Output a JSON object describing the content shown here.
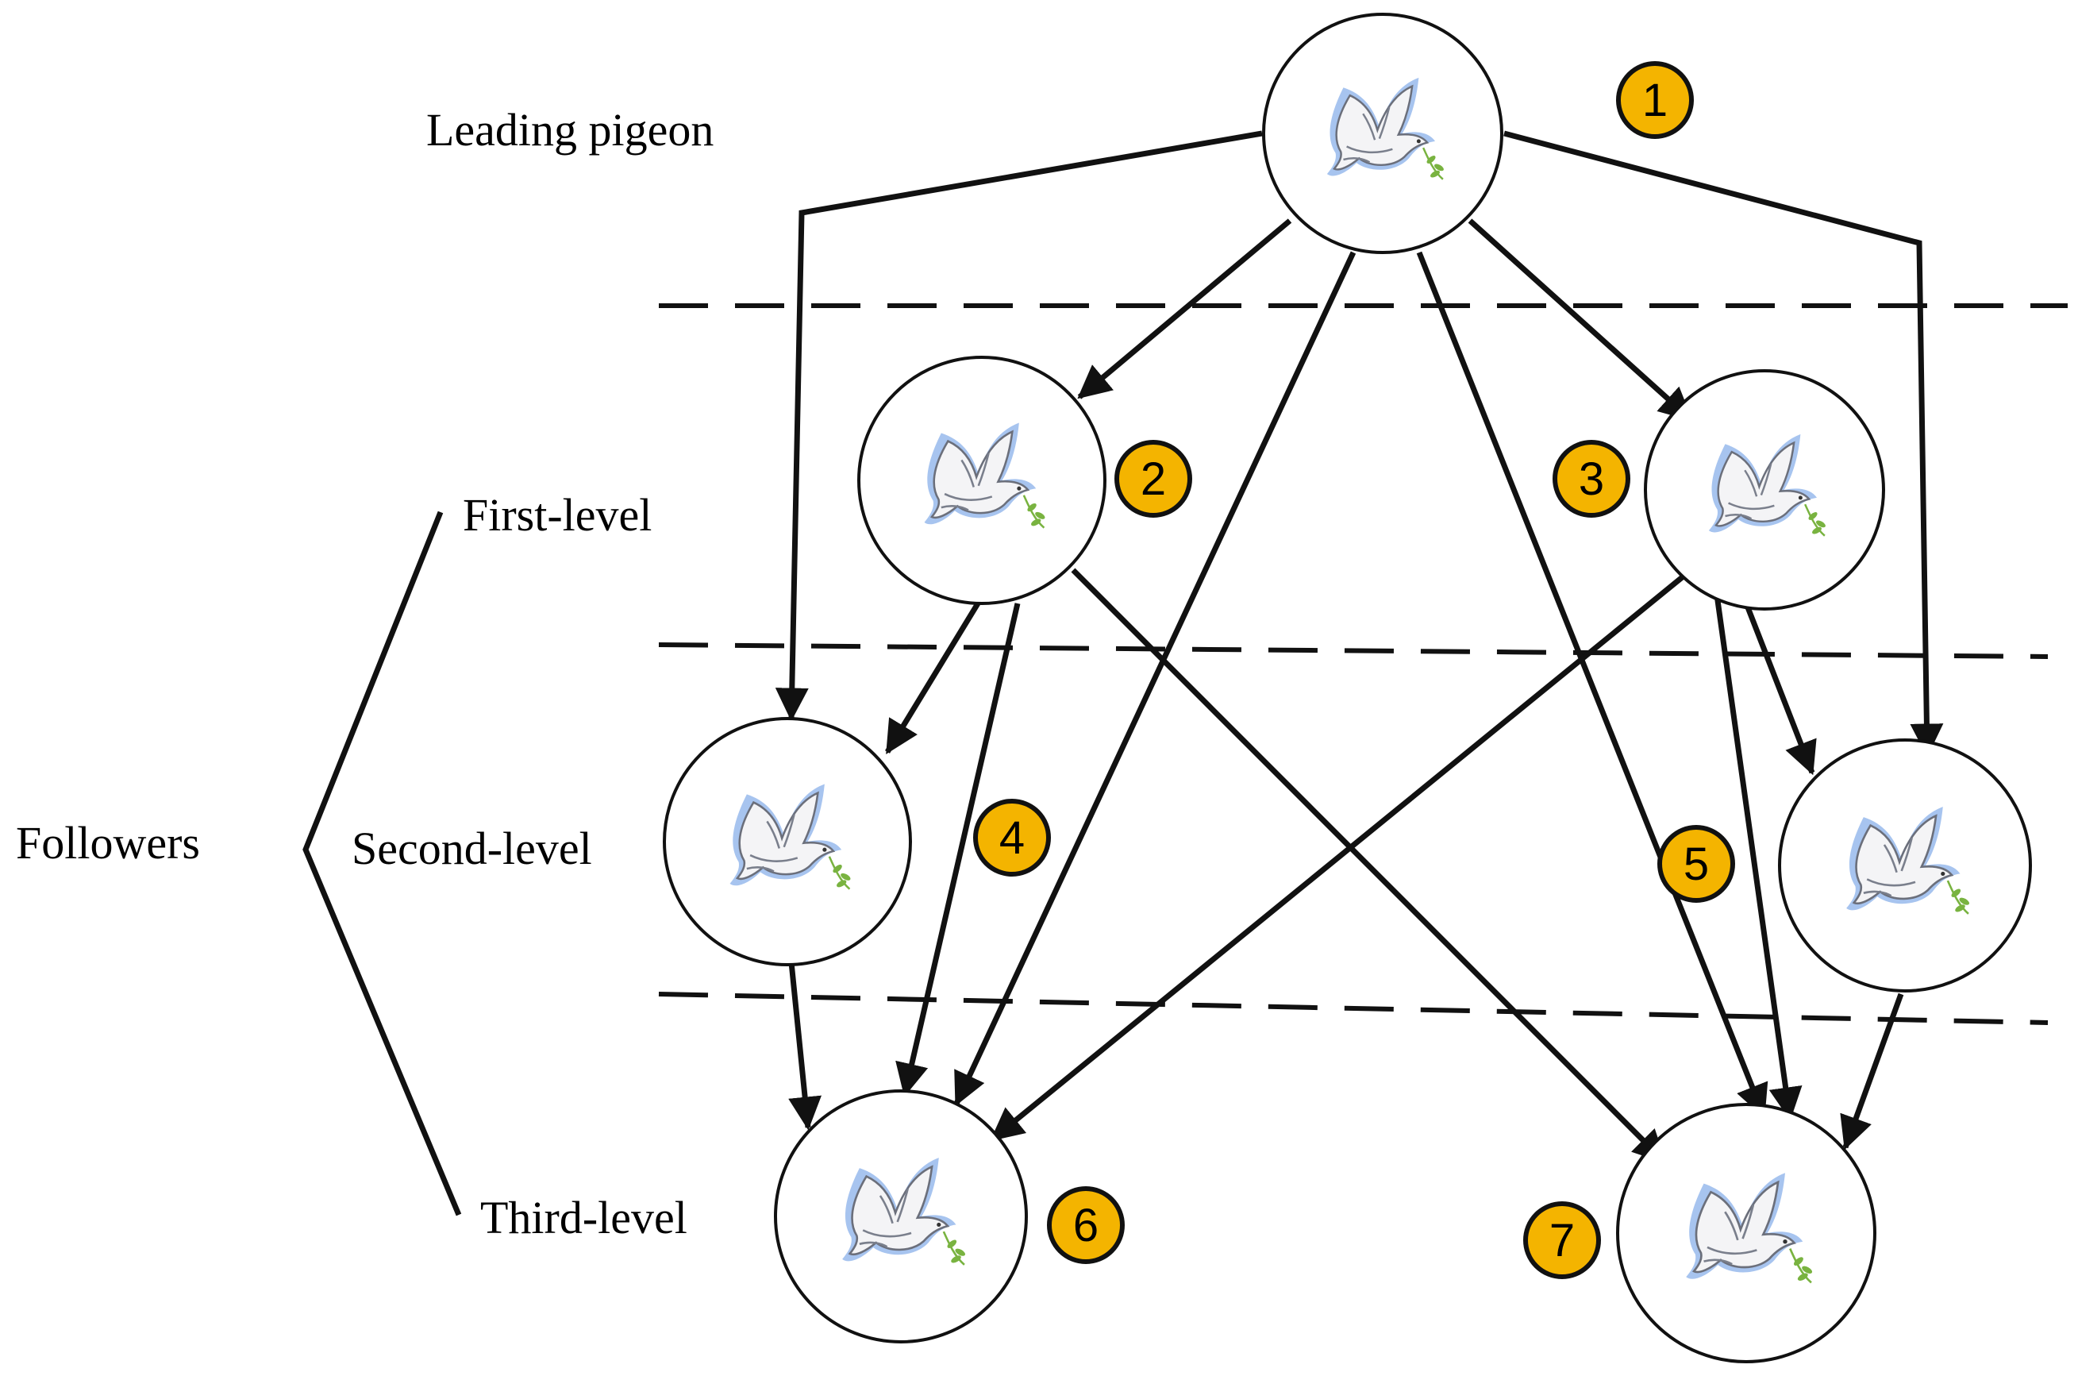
{
  "labels": {
    "leader": "Leading pigeon",
    "followers": "Followers",
    "first": "First-level",
    "second": "Second-level",
    "third": "Third-level"
  },
  "nodes": [
    {
      "id": "1",
      "badge": "1",
      "level": "Leading pigeon"
    },
    {
      "id": "2",
      "badge": "2",
      "level": "First-level"
    },
    {
      "id": "3",
      "badge": "3",
      "level": "First-level"
    },
    {
      "id": "4",
      "badge": "4",
      "level": "Second-level"
    },
    {
      "id": "5",
      "badge": "5",
      "level": "Second-level"
    },
    {
      "id": "6",
      "badge": "6",
      "level": "Third-level"
    },
    {
      "id": "7",
      "badge": "7",
      "level": "Third-level"
    }
  ],
  "edges": [
    {
      "from": "1",
      "to": "2"
    },
    {
      "from": "1",
      "to": "3"
    },
    {
      "from": "1",
      "to": "4"
    },
    {
      "from": "1",
      "to": "5"
    },
    {
      "from": "1",
      "to": "6"
    },
    {
      "from": "1",
      "to": "7"
    },
    {
      "from": "2",
      "to": "4"
    },
    {
      "from": "2",
      "to": "6"
    },
    {
      "from": "2",
      "to": "7"
    },
    {
      "from": "3",
      "to": "5"
    },
    {
      "from": "3",
      "to": "6"
    },
    {
      "from": "3",
      "to": "7"
    },
    {
      "from": "4",
      "to": "6"
    },
    {
      "from": "5",
      "to": "7"
    }
  ],
  "colors": {
    "badge_fill": "#f4b400",
    "dove_halo": "#a7c4ef",
    "dove_body": "#f4f4f6",
    "leaf": "#79b340",
    "line": "#111111"
  },
  "icon": "dove-with-olive-branch-icon"
}
